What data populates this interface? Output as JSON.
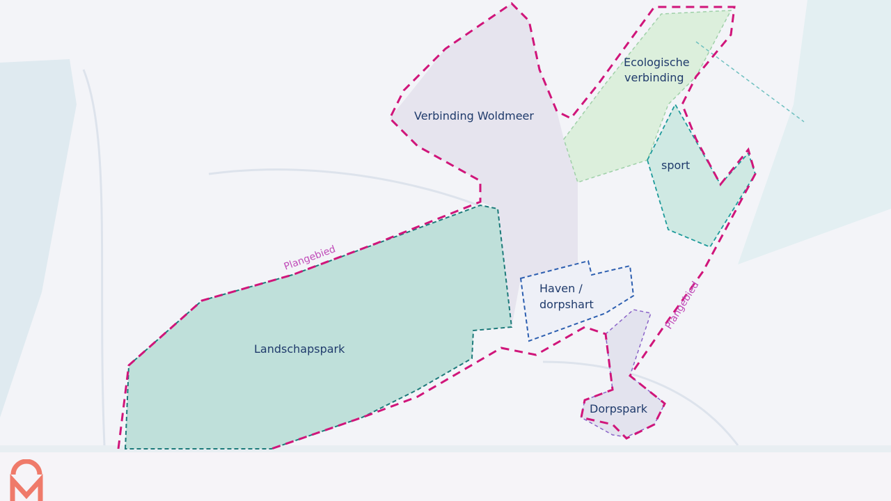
{
  "map": {
    "labels": {
      "verbinding_woldmeer": "Verbinding Woldmeer",
      "ecologische_line1": "Ecologische",
      "ecologische_line2": "verbinding",
      "sport": "sport",
      "haven_line1": "Haven /",
      "haven_line2": "dorpshart",
      "landschapspark": "Landschapspark",
      "dorpspark": "Dorpspark",
      "plangebied_1": "Plangebied",
      "plangebied_2": "Plangebied"
    },
    "colors": {
      "plangebied_border": "#d0157a",
      "park_border": "#1d7a7a",
      "haven_border": "#2d5fb0",
      "park_fill": "#bfe3dc",
      "eco_fill": "#d8efd8",
      "logo": "#ef7a6a"
    }
  },
  "logo": {
    "letter": "M"
  }
}
